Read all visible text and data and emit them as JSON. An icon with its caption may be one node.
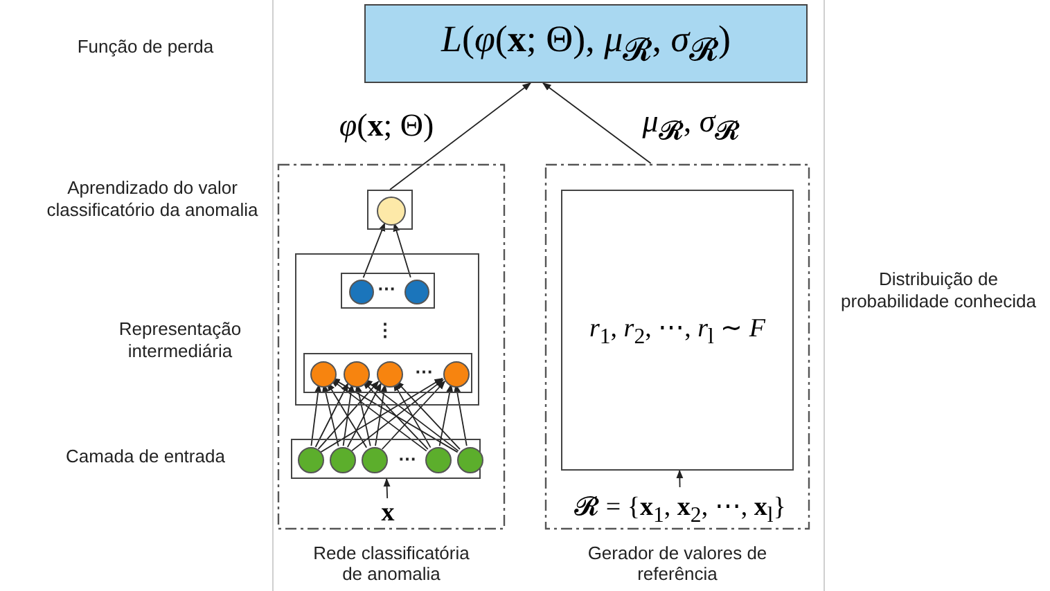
{
  "diagram": {
    "nodes": [
      {
        "text": [
          "*L*(*φ*(**x**; Θ), *μ*$_{𝓡}$, *σ*$_{𝓡}$)"
        ]
      },
      {
        "text": [
          "Rede classificatória de anomalia"
        ]
      },
      {
        "text": [
          "Gerador de valores de referência"
        ]
      },
      {
        "text": [],
        "shape": "box",
        "in": 1
      },
      {
        "text": [],
        "shape": "circle",
        "in": 3
      },
      {
        "text": [],
        "shape": "box",
        "in": 1
      },
      {
        "text": [],
        "shape": "box",
        "in": 5
      },
      {
        "text": [],
        "shape": "circle",
        "in": 6
      },
      {
        "text": [],
        "shape": "circle",
        "in": 6
      },
      {
        "text": [],
        "shape": "box",
        "in": 5
      },
      {
        "text": [],
        "shape": "circle",
        "in": 9
      },
      {
        "text": [],
        "shape": "circle",
        "in": 9
      },
      {
        "text": [],
        "shape": "circle",
        "in": 9
      },
      {
        "text": [],
        "shape": "circle",
        "in": 9
      },
      {
        "text": [],
        "shape": "box",
        "in": 1
      },
      {
        "text": [],
        "shape": "circle",
        "in": 14
      },
      {
        "text": [],
        "shape": "circle",
        "in": 14
      },
      {
        "text": [],
        "shape": "circle",
        "in": 14
      },
      {
        "text": [],
        "shape": "circle",
        "in": 14
      },
      {
        "text": [],
        "shape": "circle",
        "in": 14
      },
      {
        "text": [
          "x"
        ],
        "in": 1
      },
      {
        "text": [
          "*r*$_{1}$, *r*$_{2}$, ⋯, *r*$_{l}$ ∼ *F*"
        ],
        "in": 2
      },
      {
        "text": [
          "𝓡 = {**x**$_{1}$, **x**$_{2}$, ⋯, **x**$_{l}$}"
        ],
        "in": 2
      }
    ],
    "edges": [
      {
        "from": 3,
        "to": 0,
        "arrow": "to",
        "label": "*φ*(**x**; Θ)"
      },
      {
        "from": 2,
        "to": 0,
        "arrow": "to",
        "label": "*μ*$_{𝓡}$, *σ*$_{𝓡}$"
      },
      {
        "from": 7,
        "to": 4,
        "arrow": "to"
      },
      {
        "from": 8,
        "to": 4,
        "arrow": "to"
      },
      {
        "from": 15,
        "to": 10,
        "arrow": "to"
      },
      {
        "from": 15,
        "to": 11,
        "arrow": "to"
      },
      {
        "from": 15,
        "to": 12,
        "arrow": "to"
      },
      {
        "from": 15,
        "to": 13,
        "arrow": "to"
      },
      {
        "from": 16,
        "to": 10,
        "arrow": "to"
      },
      {
        "from": 16,
        "to": 11,
        "arrow": "to"
      },
      {
        "from": 16,
        "to": 12,
        "arrow": "to"
      },
      {
        "from": 16,
        "to": 13,
        "arrow": "to"
      },
      {
        "from": 17,
        "to": 10,
        "arrow": "to"
      },
      {
        "from": 17,
        "to": 11,
        "arrow": "to"
      },
      {
        "from": 17,
        "to": 12,
        "arrow": "to"
      },
      {
        "from": 17,
        "to": 13,
        "arrow": "to"
      },
      {
        "from": 18,
        "to": 10,
        "arrow": "to"
      },
      {
        "from": 18,
        "to": 11,
        "arrow": "to"
      },
      {
        "from": 18,
        "to": 12,
        "arrow": "to"
      },
      {
        "from": 18,
        "to": 13,
        "arrow": "to"
      },
      {
        "from": 19,
        "to": 10,
        "arrow": "to"
      },
      {
        "from": 19,
        "to": 11,
        "arrow": "to"
      },
      {
        "from": 19,
        "to": 12,
        "arrow": "to"
      },
      {
        "from": 19,
        "to": 13,
        "arrow": "to"
      },
      {
        "from": 20,
        "to": 14,
        "arrow": "to"
      },
      {
        "from": 22,
        "to": 21,
        "arrow": "to"
      }
    ],
    "labels": [
      "Função de perda",
      "Aprendizado do valor classificatório da anomalia",
      "⋯",
      "⋮",
      "⋯",
      "Representação intermediária",
      "⋯",
      "Camada de entrada",
      "Distribuição de probabilidade conhecida"
    ]
  }
}
